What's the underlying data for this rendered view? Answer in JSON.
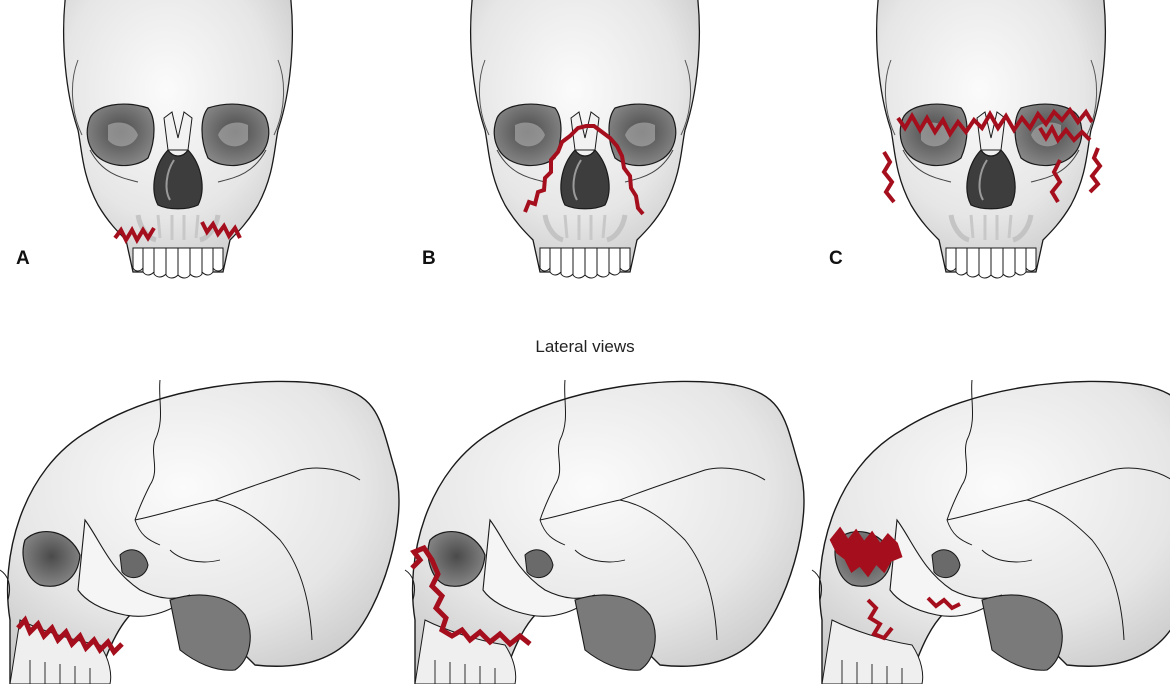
{
  "panels": [
    {
      "label": "A"
    },
    {
      "label": "B"
    },
    {
      "label": "C"
    }
  ],
  "lateral_caption": "Lateral views",
  "colors": {
    "bone": "#ebebeb",
    "bone_shadow": "#cfcfcf",
    "outline": "#1a1a1a",
    "cavity": "#707070",
    "cavity_dark": "#3f3f3f",
    "fracture": "#a50e1c"
  }
}
